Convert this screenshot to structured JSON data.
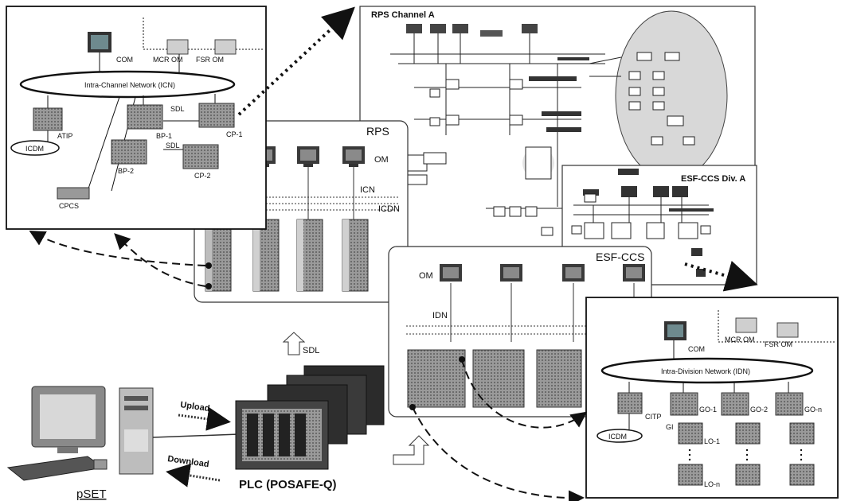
{
  "icn_panel": {
    "com_label": "COM",
    "mcr_om_label": "MCR OM",
    "fsr_om_label": "FSR OM",
    "network_label": "Intra-Channel Network (ICN)",
    "sdl_label_1": "SDL",
    "sdl_label_2": "SDL",
    "atip_label": "ATIP",
    "bp1_label": "BP-1",
    "bp2_label": "BP-2",
    "cp1_label": "CP-1",
    "cp2_label": "CP-2",
    "icdm_label": "ICDM",
    "cpcs_label": "CPCS"
  },
  "rps_panel": {
    "title": "RPS",
    "om_label": "OM",
    "icn_label": "ICN",
    "icdn_label": "ICDN"
  },
  "rps_channel": {
    "title": "RPS Channel A"
  },
  "esf_division": {
    "title": "ESF-CCS Div. A"
  },
  "esf_ccs_panel": {
    "title": "ESF-CCS",
    "om_label": "OM",
    "idn_label": "IDN"
  },
  "idn_panel": {
    "com_label": "COM",
    "mcr_om_label": "MCR OM",
    "fsr_om_label": "FSR OM",
    "network_label": "Intra-Division Network (IDN)",
    "citp_label": "CITP",
    "icdm_label": "ICDM",
    "go1_label": "GO-1",
    "go2_label": "GO-2",
    "gon_label": "GO-n",
    "lo1_label": "LO-1",
    "lon_label": "LO-n",
    "gi_label": "GI"
  },
  "bottom": {
    "sdl_label": "SDL",
    "upload_label": "Upload",
    "download_label": "Download",
    "pset_label": "pSET",
    "plc_label": "PLC (POSAFE-Q)"
  }
}
